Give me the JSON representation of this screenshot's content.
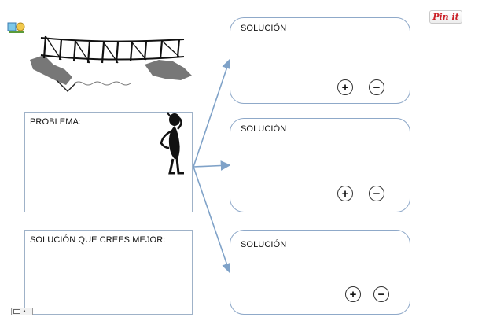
{
  "pin_button": {
    "label": "Pin it"
  },
  "problem_box": {
    "label": "PROBLEMA:"
  },
  "best_solution_box": {
    "label": "SOLUCIÓN QUE  CREES MEJOR:"
  },
  "solutions": [
    {
      "label": "SOLUCIÓN",
      "plus": "+",
      "minus": "−"
    },
    {
      "label": "SOLUCIÓN",
      "plus": "+",
      "minus": "−"
    },
    {
      "label": "SOLUCIÓN",
      "plus": "+",
      "minus": "−"
    }
  ],
  "viewer": {
    "toggle_glyph": "▲"
  },
  "colors": {
    "connector": "#7fa2c8",
    "box_border": "#9fb2c8"
  }
}
